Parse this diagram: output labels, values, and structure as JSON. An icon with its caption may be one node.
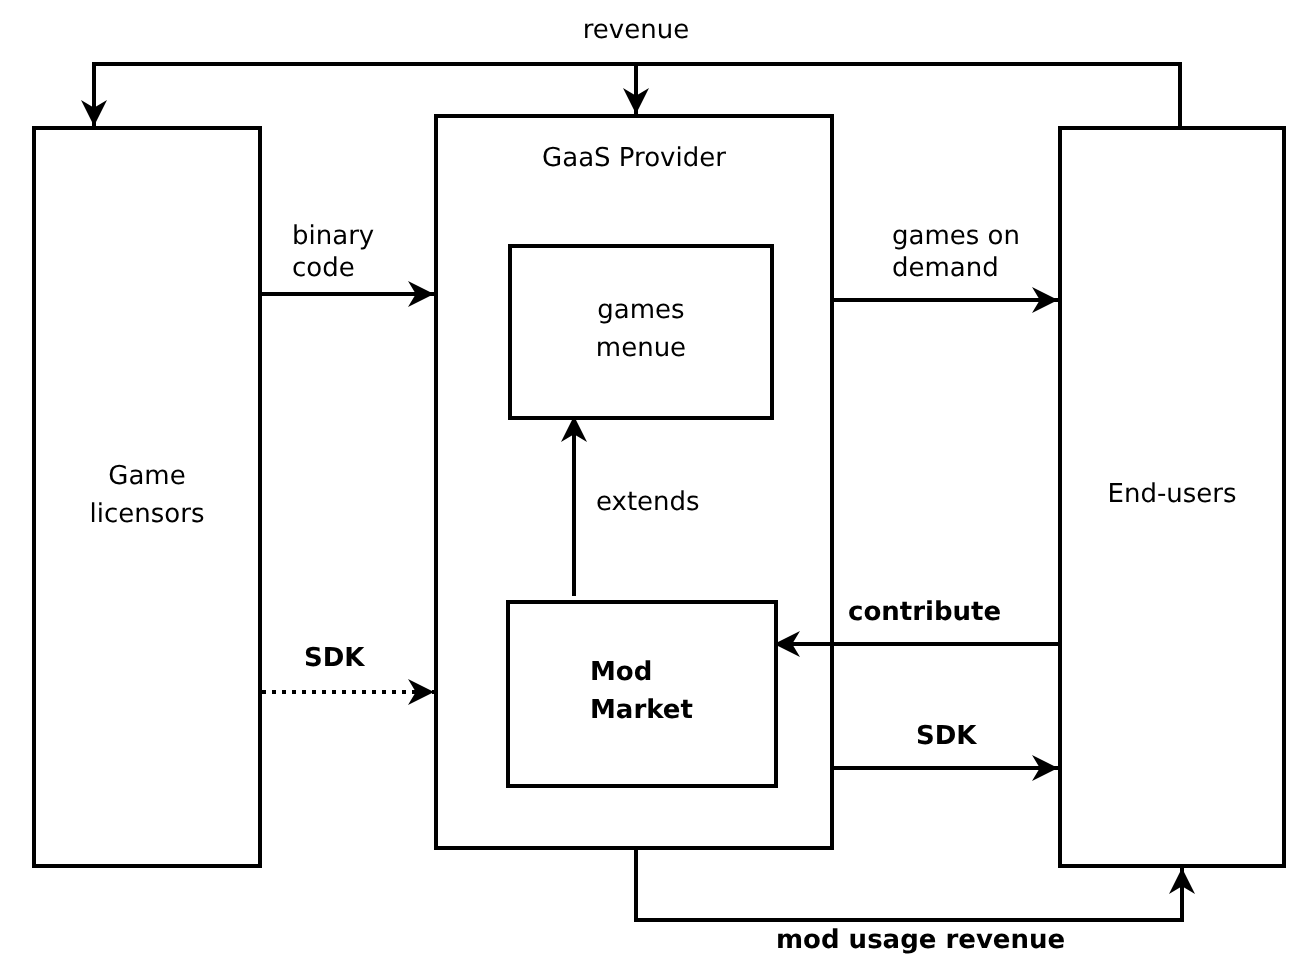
{
  "diagram": {
    "nodes": [
      {
        "text": [
          "Game licensors"
        ]
      },
      {
        "text": [
          "GaaS Provider"
        ]
      },
      {
        "text": [
          "games menue"
        ],
        "in": 1
      },
      {
        "text": [
          "Mod Market"
        ],
        "in": 1
      },
      {
        "text": [
          "End-users"
        ]
      }
    ],
    "edges": [
      {
        "from": 4,
        "to": 0,
        "arrow": "to",
        "label": "revenue"
      },
      {
        "from": 4,
        "to": 1,
        "arrow": "to"
      },
      {
        "from": 0,
        "to": 1,
        "arrow": "to",
        "label": "binary code"
      },
      {
        "from": 0,
        "to": 1,
        "arrow": "to",
        "label": "SDK",
        "style": "dashed"
      },
      {
        "from": 1,
        "to": 4,
        "arrow": "to",
        "label": "games on demand"
      },
      {
        "from": 3,
        "to": 2,
        "arrow": "to",
        "label": "extends"
      },
      {
        "from": 4,
        "to": 3,
        "arrow": "to",
        "label": "contribute"
      },
      {
        "from": 1,
        "to": 4,
        "arrow": "to",
        "label": "SDK"
      },
      {
        "from": 1,
        "to": 4,
        "arrow": "to",
        "label": "mod usage revenue"
      }
    ]
  }
}
